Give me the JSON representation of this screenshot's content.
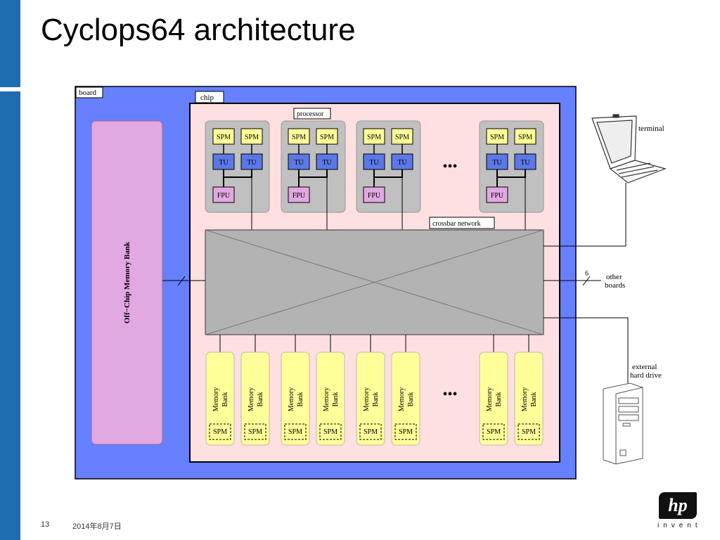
{
  "slide": {
    "title": "Cyclops64 architecture",
    "page_number": "13",
    "date": "2014年8月7日"
  },
  "diagram": {
    "board_label": "board",
    "chip_label": "chip",
    "processor_label": "processor",
    "crossbar_label": "crossbar network",
    "offchip_label": "Off−Chip Memory Bank",
    "spm_label": "SPM",
    "tu_label": "TU",
    "fpu_label": "FPU",
    "memory_bank_line1": "Memory",
    "memory_bank_line2": "Bank",
    "ellipsis": "•••",
    "terminal_label": "terminal",
    "other_boards_line1": "other",
    "other_boards_line2": "boards",
    "link_count": "6",
    "hard_drive_line1": "external",
    "hard_drive_line2": "hard drive"
  },
  "logo": {
    "mark": "hp",
    "word": "invent"
  },
  "colors": {
    "board": "#6680ff",
    "chip": "#ffe0e0",
    "processor": "#c0c0c0",
    "spm": "#ffff99",
    "tu": "#5b78e6",
    "fpu": "#e2a8e2",
    "memory_bank": "#ffff99",
    "offchip": "#e2a8e2",
    "crossbar": "#b3b3b3",
    "accent": "#1f6db1"
  }
}
